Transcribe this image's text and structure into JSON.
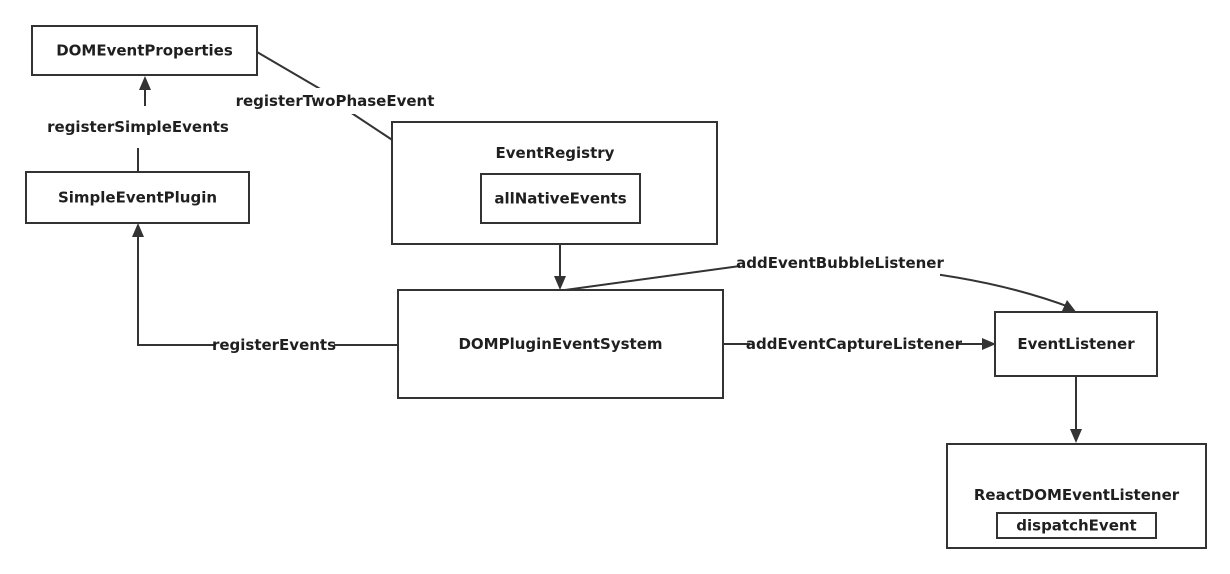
{
  "diagram": {
    "nodes": {
      "dom_event_properties": "DOMEventProperties",
      "simple_event_plugin": "SimpleEventPlugin",
      "event_registry": "EventRegistry",
      "all_native_events": "allNativeEvents",
      "dom_plugin_event_system": "DOMPluginEventSystem",
      "event_listener": "EventListener",
      "react_dom_event_listener": "ReactDOMEventListener",
      "dispatch_event": "dispatchEvent"
    },
    "edges": {
      "register_simple_events": "registerSimpleEvents",
      "register_two_phase_event": "registerTwoPhaseEvent",
      "register_events": "registerEvents",
      "add_event_bubble_listener": "addEventBubbleListener",
      "add_event_capture_listener": "addEventCaptureListener"
    }
  }
}
